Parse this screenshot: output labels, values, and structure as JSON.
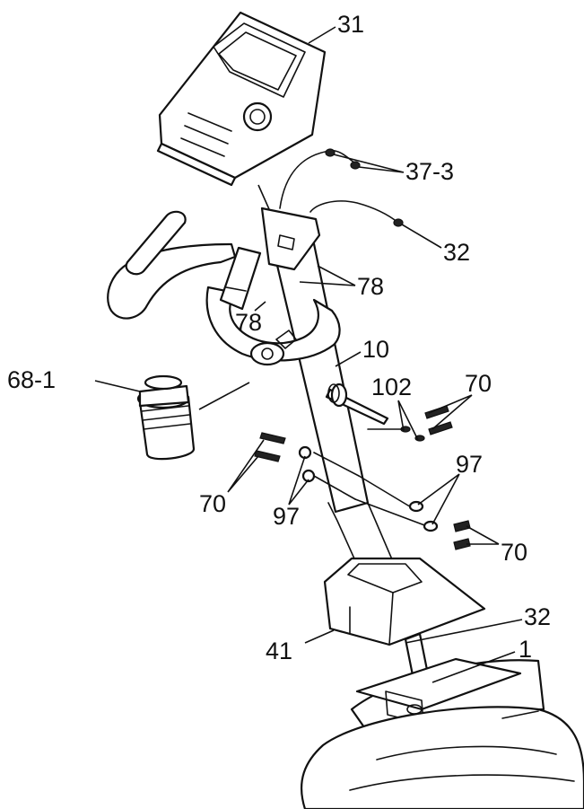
{
  "callouts": {
    "console": "31",
    "wire_upper": "37-3",
    "wire_lower": "32",
    "bolts_right_upper": "78",
    "bolts_left_upper": "78",
    "upright_tube": "10",
    "bottle": "68-1",
    "washers_axle": "102",
    "bolts_axle": "70",
    "washers_right": "97",
    "bolts_left": "70",
    "washers_left": "97",
    "bolts_right_lower": "70",
    "upright_cover": "41",
    "wire_base": "32",
    "frame": "1"
  }
}
